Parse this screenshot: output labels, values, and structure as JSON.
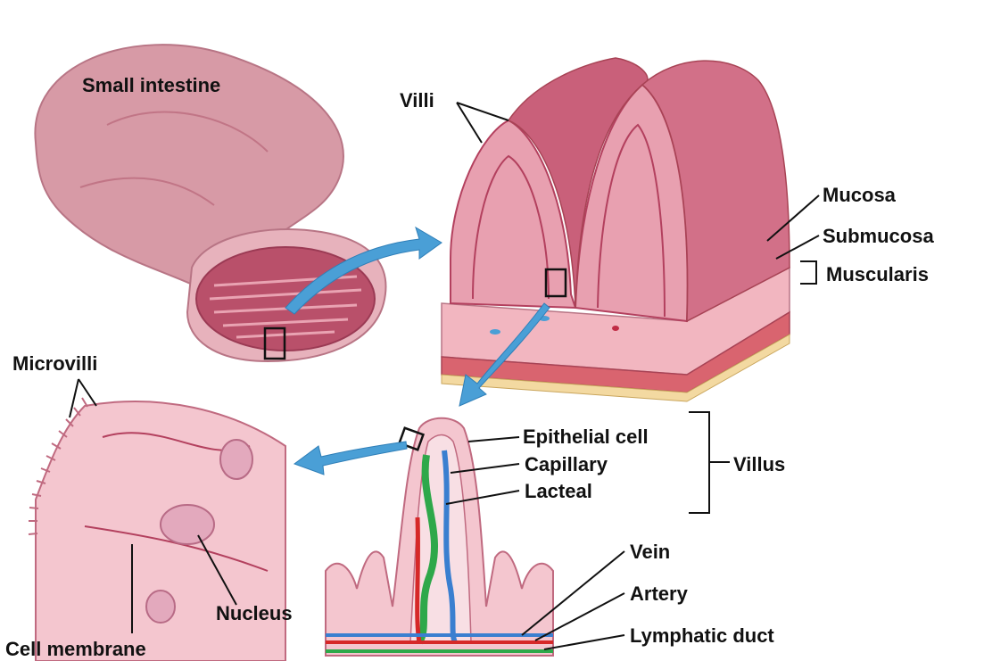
{
  "labels": {
    "small_intestine": "Small intestine",
    "villi": "Villi",
    "mucosa": "Mucosa",
    "submucosa": "Submucosa",
    "muscularis": "Muscularis",
    "microvilli": "Microvilli",
    "epithelial_cell": "Epithelial cell",
    "capillary": "Capillary",
    "lacteal": "Lacteal",
    "villus": "Villus",
    "vein": "Vein",
    "artery": "Artery",
    "lymphatic_duct": "Lymphatic duct",
    "nucleus": "Nucleus",
    "cell_membrane": "Cell membrane"
  },
  "colors": {
    "intestine": "#d79aa6",
    "intestine_dark": "#c17586",
    "mucosa_pink": "#e8a0b0",
    "tissue_light": "#f4c6cf",
    "tissue_line": "#b3405e",
    "vein_blue": "#3a7fd0",
    "artery_red": "#d62828",
    "lymph_green": "#2ea84a",
    "arrow_blue": "#4a9fd6",
    "base_yellow": "#f3d9a1"
  }
}
